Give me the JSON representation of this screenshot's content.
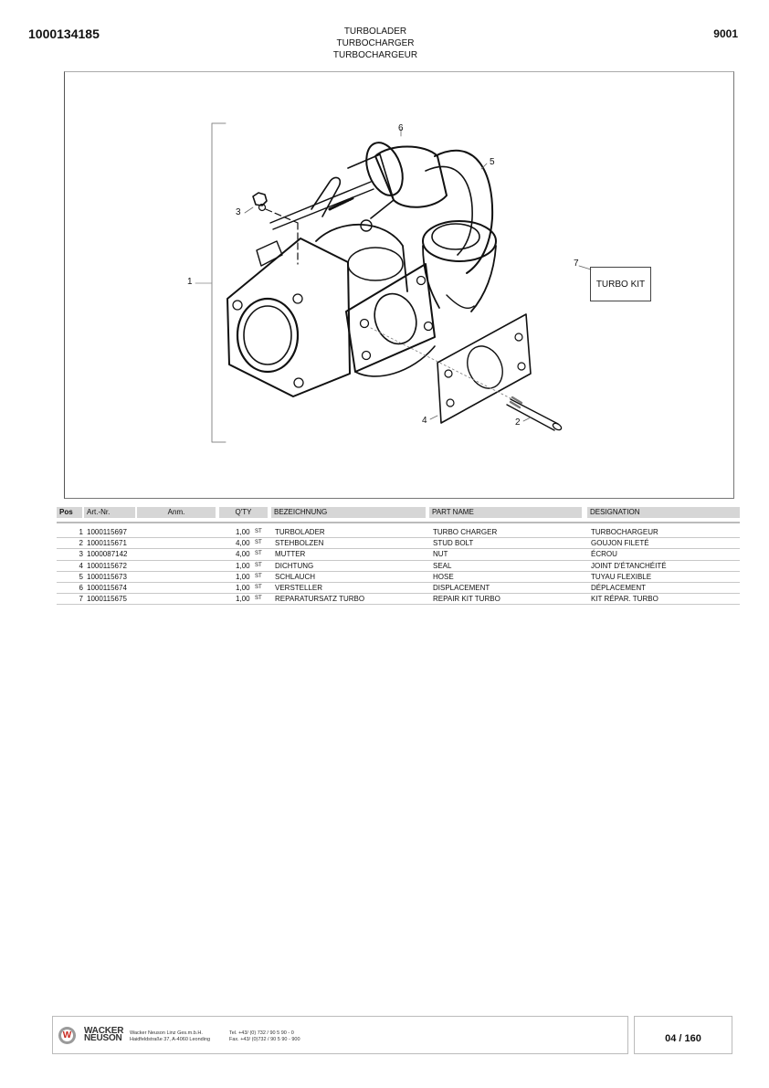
{
  "header": {
    "doc_number": "1000134185",
    "titles": [
      "TURBOLADER",
      "TURBOCHARGER",
      "TURBOCHARGEUR"
    ],
    "code": "9001"
  },
  "diagram": {
    "callouts": [
      "1",
      "2",
      "3",
      "4",
      "5",
      "6",
      "7"
    ],
    "kit_label": "TURBO KIT"
  },
  "table": {
    "headers": {
      "pos": "Pos",
      "art_nr": "Art.-Nr.",
      "anm": "Anm.",
      "qty": "Q'TY",
      "bezeichnung": "BEZEICHNUNG",
      "part_name": "PART NAME",
      "designation": "DESIGNATION"
    },
    "rows": [
      {
        "pos": "1",
        "art_nr": "1000115697",
        "qty": "1,00",
        "unit": "ST",
        "bezeichnung": "TURBOLADER",
        "part_name": "TURBO CHARGER",
        "designation": "TURBOCHARGEUR"
      },
      {
        "pos": "2",
        "art_nr": "1000115671",
        "qty": "4,00",
        "unit": "ST",
        "bezeichnung": "STEHBOLZEN",
        "part_name": "STUD BOLT",
        "designation": "GOUJON FILETÉ"
      },
      {
        "pos": "3",
        "art_nr": "1000087142",
        "qty": "4,00",
        "unit": "ST",
        "bezeichnung": "MUTTER",
        "part_name": "NUT",
        "designation": "ÉCROU"
      },
      {
        "pos": "4",
        "art_nr": "1000115672",
        "qty": "1,00",
        "unit": "ST",
        "bezeichnung": "DICHTUNG",
        "part_name": "SEAL",
        "designation": "JOINT D'ÉTANCHÉITÉ"
      },
      {
        "pos": "5",
        "art_nr": "1000115673",
        "qty": "1,00",
        "unit": "ST",
        "bezeichnung": "SCHLAUCH",
        "part_name": "HOSE",
        "designation": "TUYAU FLEXIBLE"
      },
      {
        "pos": "6",
        "art_nr": "1000115674",
        "qty": "1,00",
        "unit": "ST",
        "bezeichnung": "VERSTELLER",
        "part_name": "DISPLACEMENT",
        "designation": "DÉPLACEMENT"
      },
      {
        "pos": "7",
        "art_nr": "1000115675",
        "qty": "1,00",
        "unit": "ST",
        "bezeichnung": "REPARATURSATZ TURBO",
        "part_name": "REPAIR KIT TURBO",
        "designation": "KIT RÉPAR. TURBO"
      }
    ]
  },
  "footer": {
    "logo_glyph": "W",
    "logo_line1": "WACKER",
    "logo_line2": "NEUSON",
    "company_line1": "Wacker Neuson Linz  Ges.m.b.H.",
    "company_line2": "Haidfeldstraße 37, A-4060 Leonding",
    "tel": "Tel. +43/ (0) 732 / 90 5 90 - 0",
    "fax": "Fax. +43/ (0)732 / 90 5 90 - 900",
    "page": "04 / 160"
  }
}
